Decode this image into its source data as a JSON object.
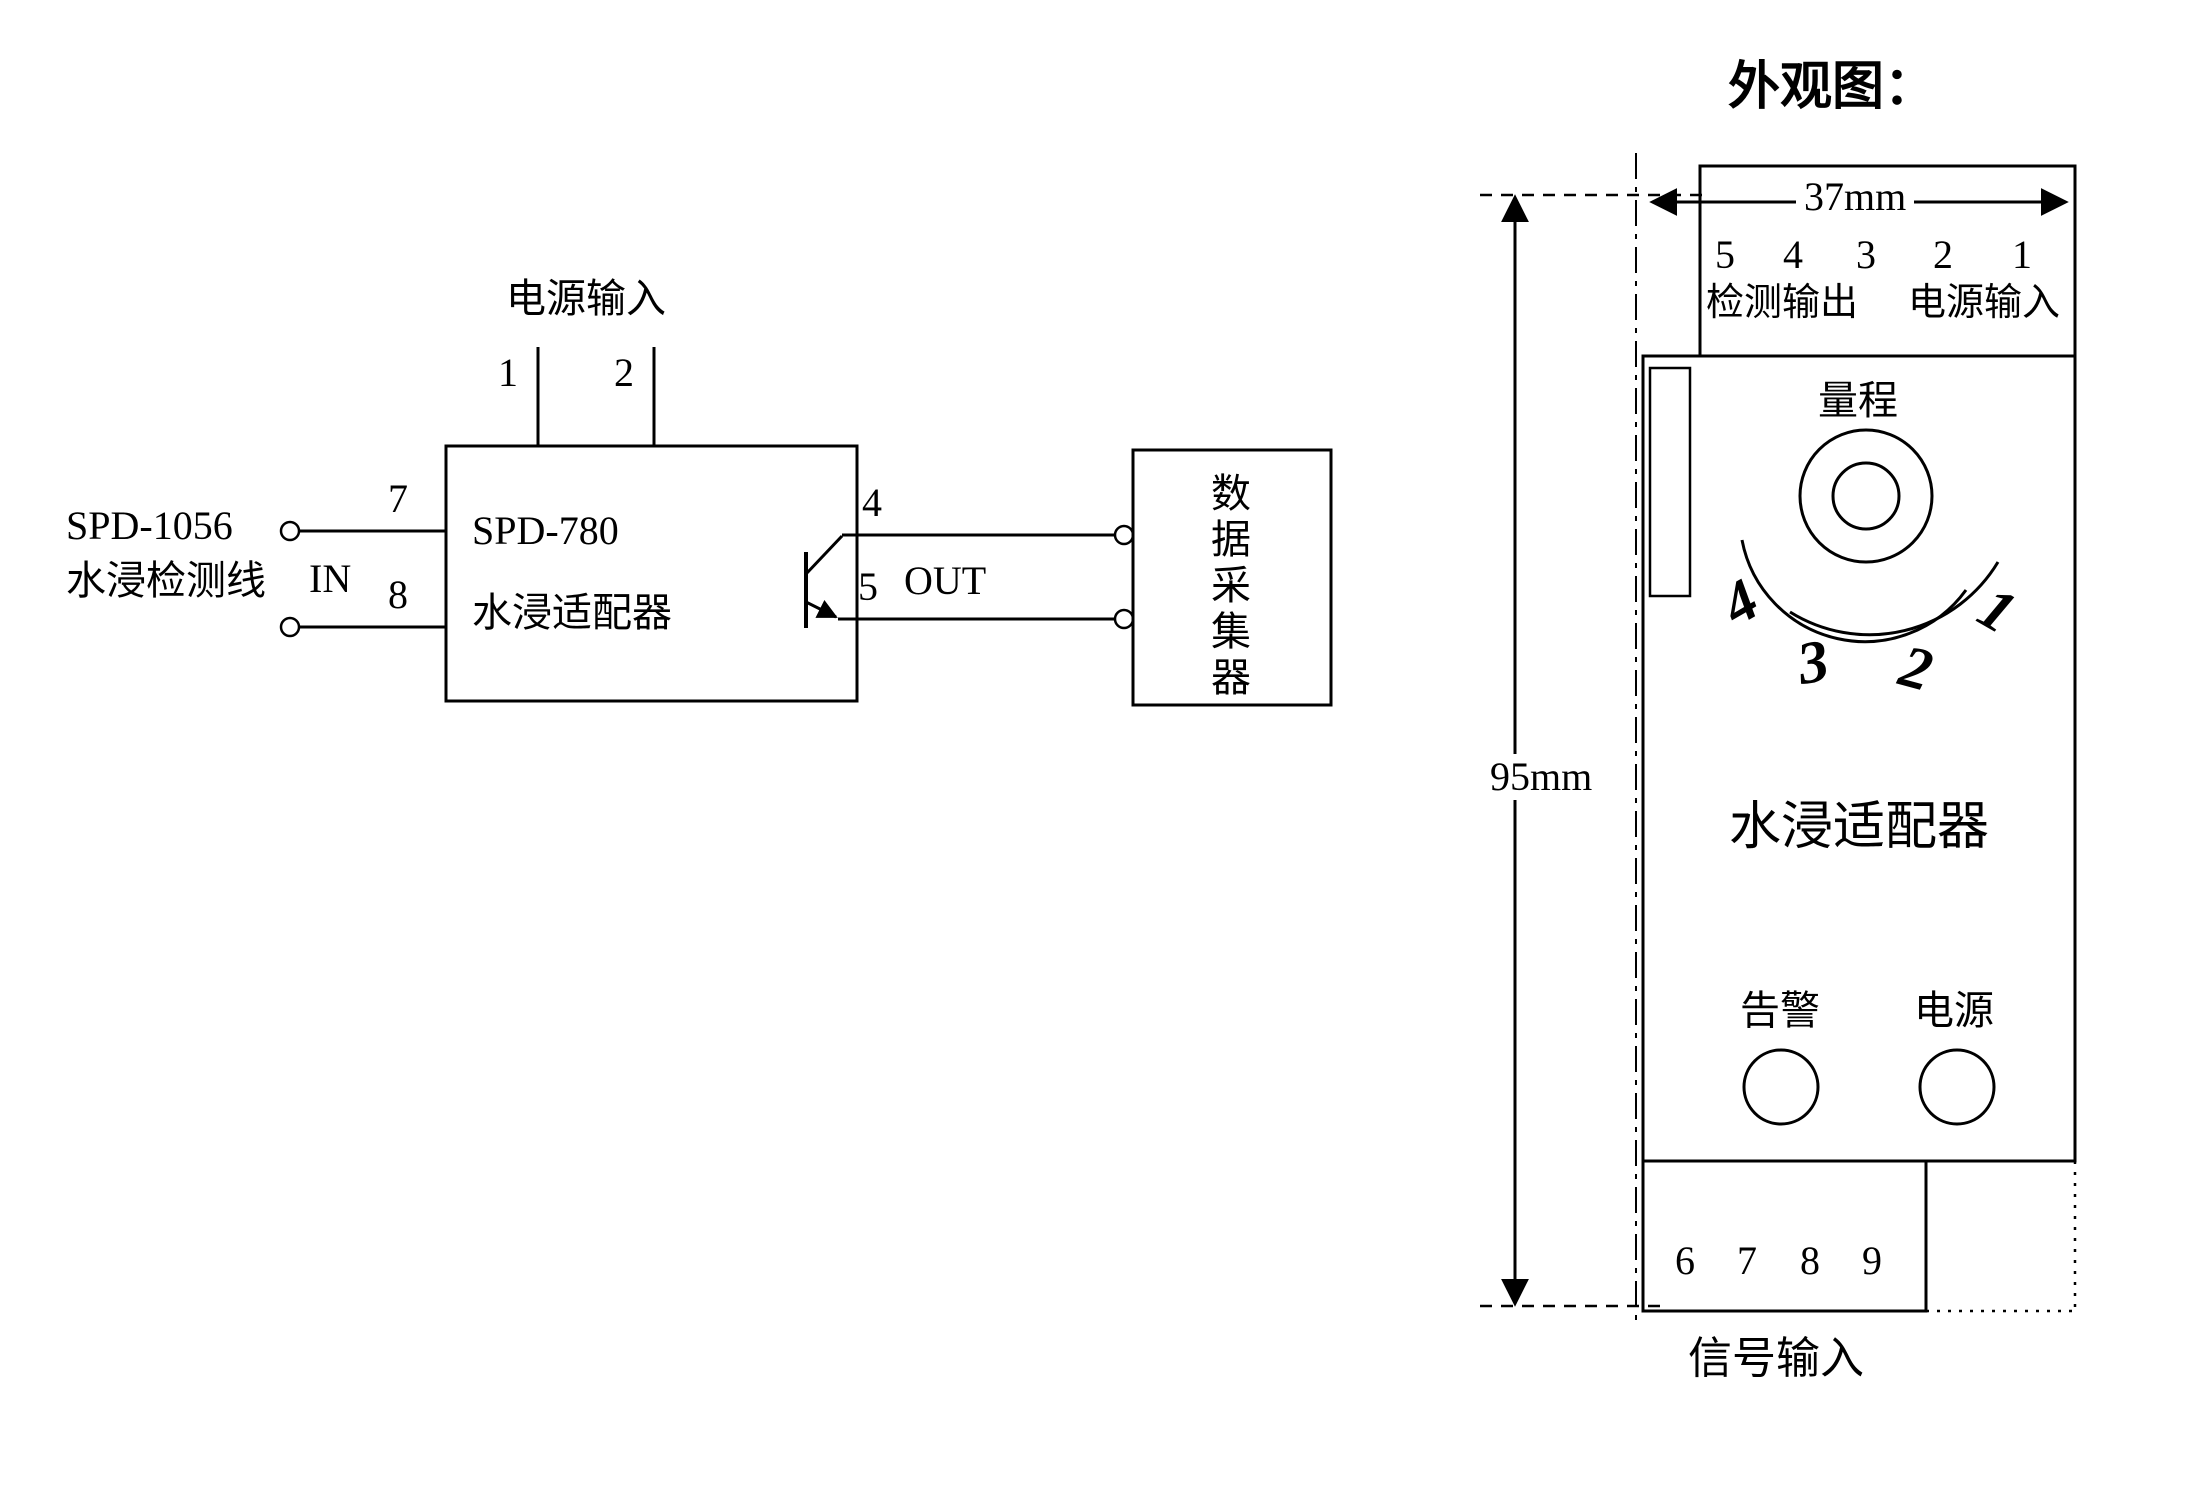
{
  "wiring_diagram": {
    "power_input": {
      "label": "电源输入",
      "pin1": "1",
      "pin2": "2"
    },
    "adapter": {
      "model": "SPD-780",
      "name": "水浸适配器"
    },
    "sensor": {
      "model": "SPD-1056",
      "name": "水浸检测线",
      "direction": "IN",
      "pin7": "7",
      "pin8": "8"
    },
    "output": {
      "pin4": "4",
      "pin5": "5",
      "direction": "OUT"
    },
    "collector": {
      "label": "数据采集器"
    }
  },
  "appearance_view": {
    "title": "外观图：",
    "dimensions": {
      "width": "37mm",
      "height": "95mm"
    },
    "top_terminals": {
      "pins": [
        "5",
        "4",
        "3",
        "2",
        "1"
      ],
      "left_label": "检测输出",
      "right_label": "电源输入"
    },
    "range_knob": {
      "label": "量程",
      "positions": [
        "4",
        "3",
        "2",
        "1"
      ]
    },
    "front_label": "水浸适配器",
    "indicators": {
      "alarm": "告警",
      "power": "电源"
    },
    "bottom_terminals": {
      "pins": [
        "6",
        "7",
        "8",
        "9"
      ],
      "label": "信号输入"
    }
  }
}
